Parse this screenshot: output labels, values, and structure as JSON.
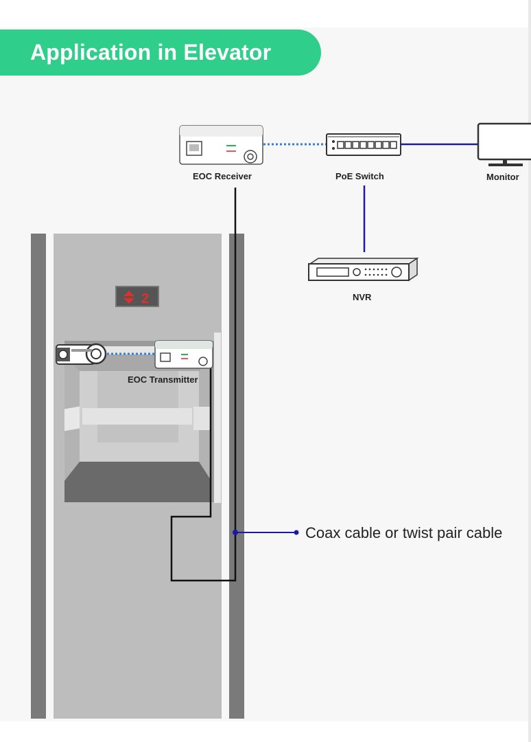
{
  "title": "Application in Elevator",
  "floor_indicator": "2",
  "devices": {
    "eoc_receiver": "EOC Receiver",
    "poe_switch": "PoE Switch",
    "monitor": "Monitor",
    "nvr": "NVR",
    "eoc_transmitter": "EOC Transmitter"
  },
  "cable_label": "Coax cable or twist pair cable",
  "colors": {
    "title_pill": "#2fce8a",
    "ethernet_line": "#1a1aa6",
    "network_dotted": "#2f7fd6",
    "coax_cable": "#111111",
    "floor_digit": "#e0302a"
  },
  "icons": [
    "elevator-shaft",
    "elevator-car",
    "cctv-camera-icon",
    "eoc-device-icon",
    "poe-switch-icon",
    "monitor-icon",
    "nvr-icon",
    "floor-arrow-icon"
  ]
}
